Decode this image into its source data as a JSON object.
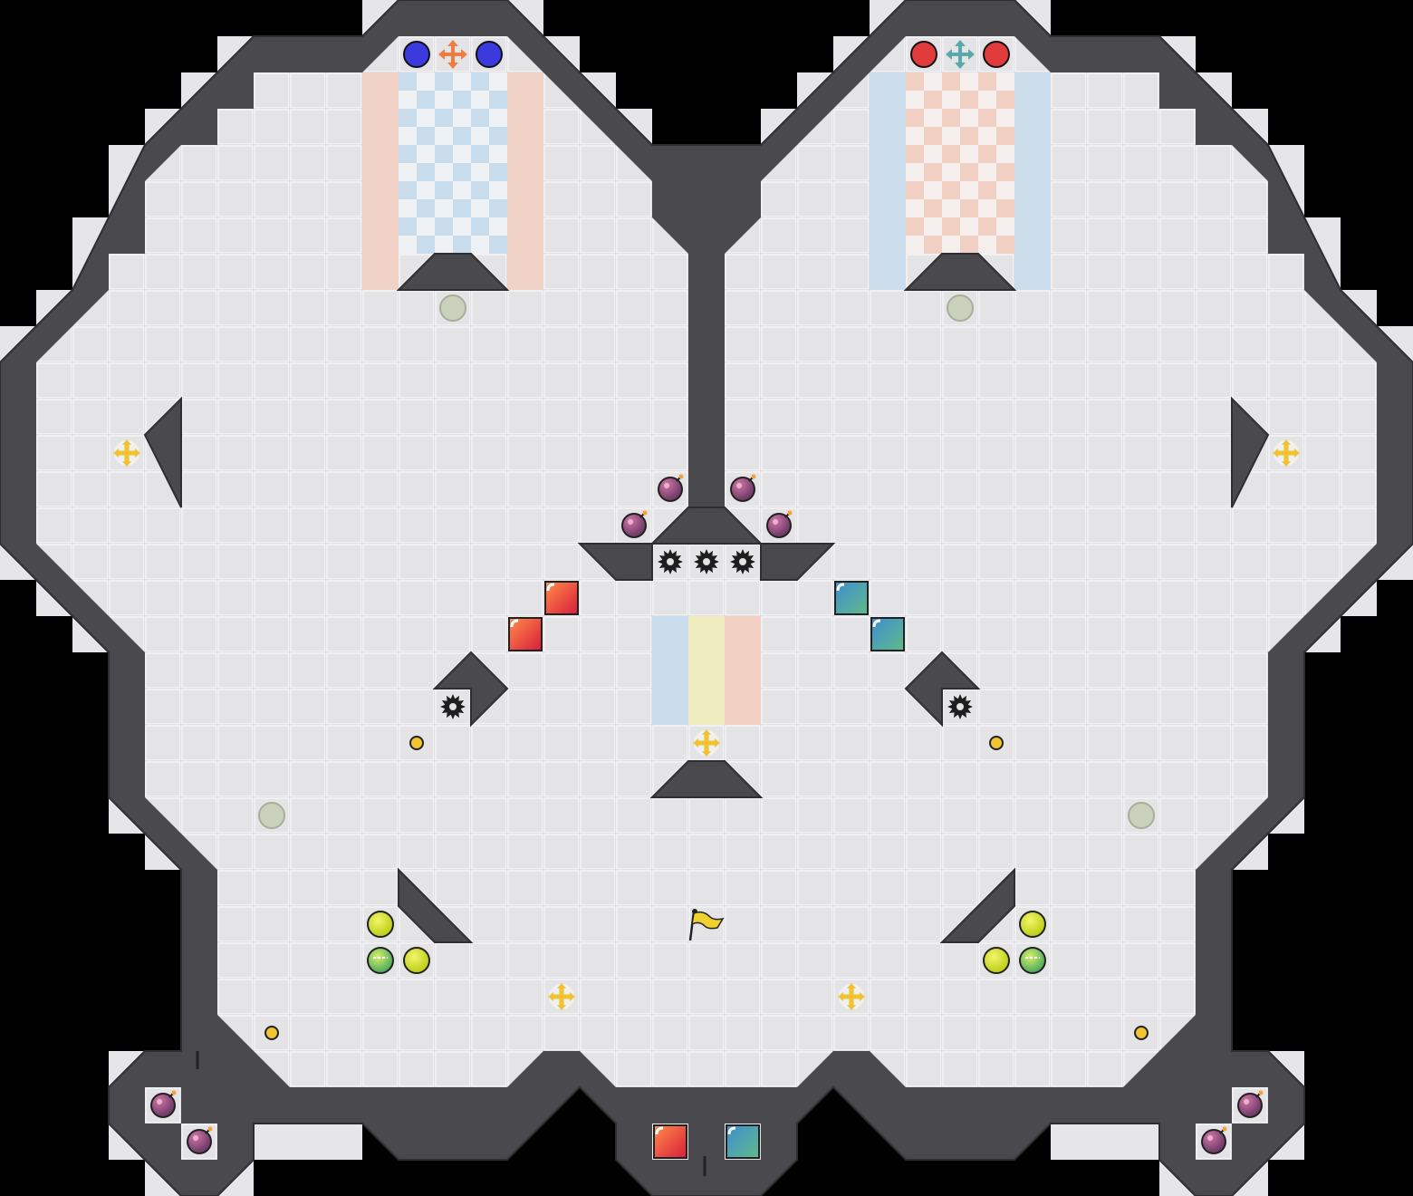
{
  "map": {
    "name": "",
    "cols": 39,
    "rows": 33,
    "tile": 40,
    "colors": {
      "background": "#000000",
      "floor": "#e4e4e7",
      "floor_line": "#f6f6f8",
      "floor_line_dark": "#cfcfd3",
      "wall": "#4a4a4e",
      "wall_edge": "#2e2e32",
      "red_team": "#e23b3b",
      "blue_team": "#3a3adf",
      "zone_red": "#f1cfc3",
      "zone_blue": "#c9dcec",
      "zone_yellow": "#eeecbe",
      "powerup": "#f1c232",
      "boost": "#e6e830",
      "bomb": "#7b3a6a",
      "spike": "#1e1e1e",
      "portal": "#c9d0bc"
    }
  }
}
